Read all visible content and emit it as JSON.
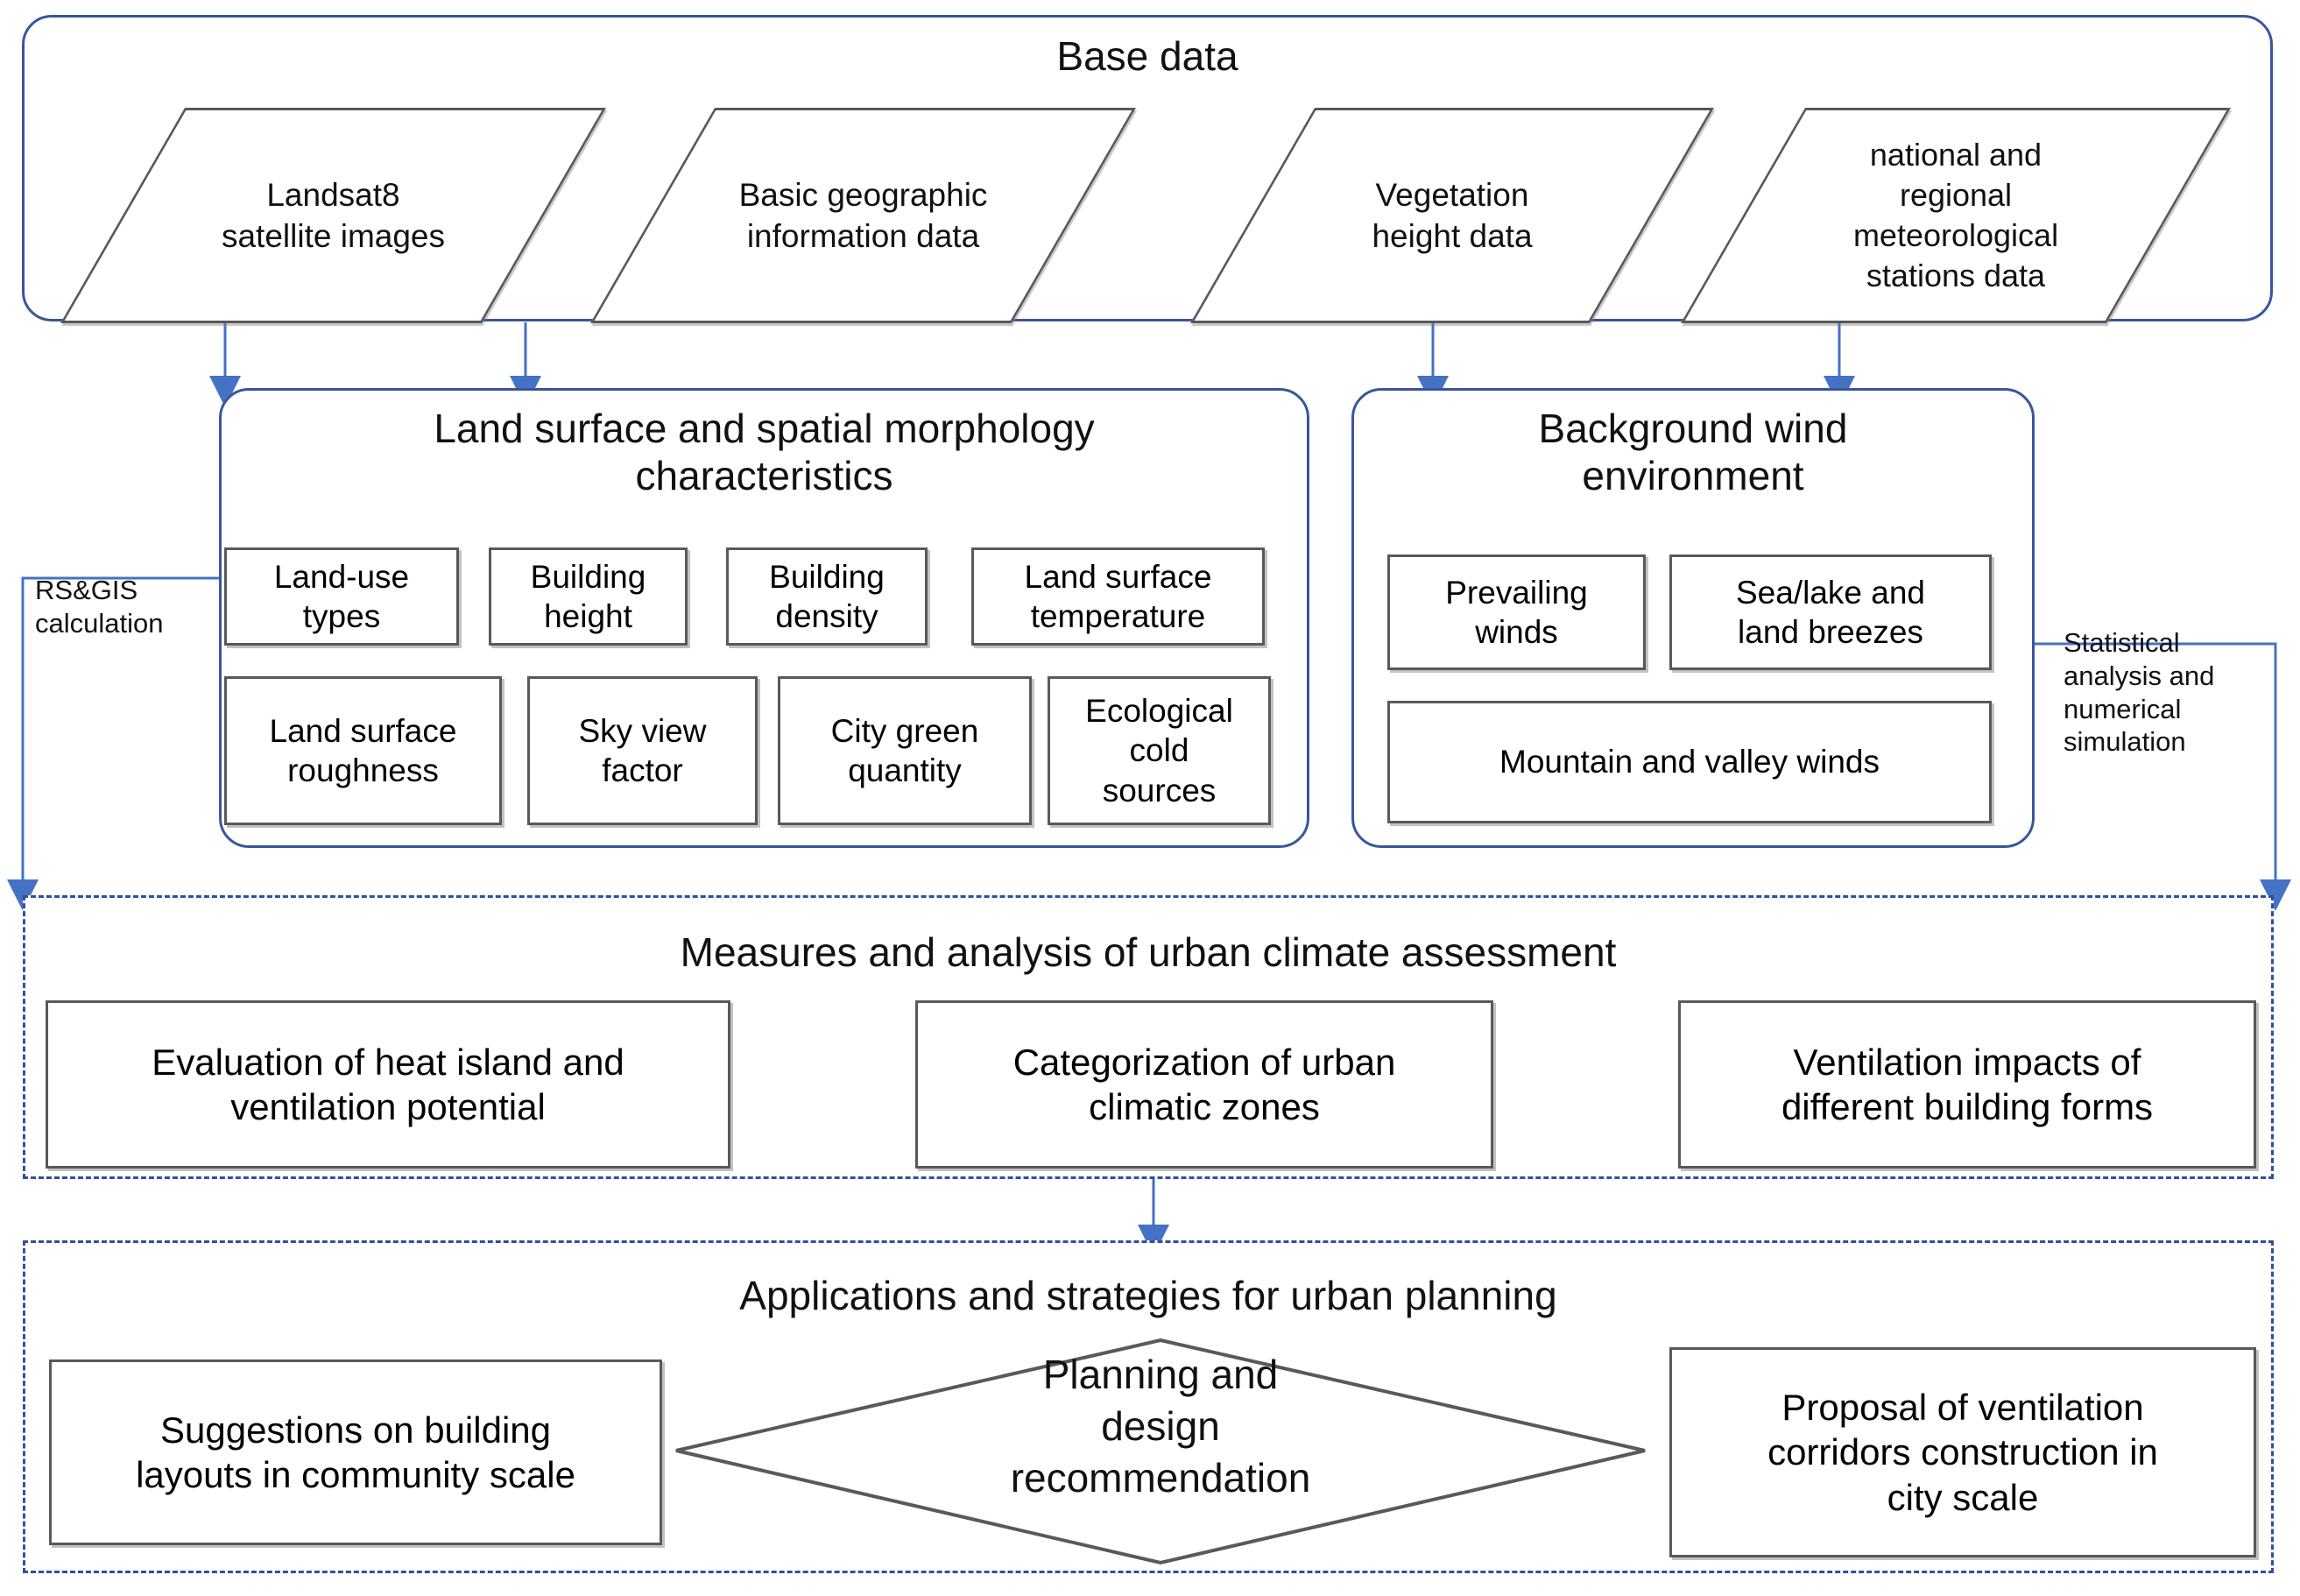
{
  "diagram": {
    "title": "Urban climate assessment and planning framework",
    "colors": {
      "group_border": "#39569c",
      "dashed_border": "#2f4f9e",
      "box_border": "#595959",
      "arrow": "#4472c4",
      "text": "#111111"
    }
  },
  "base_data": {
    "title": "Base data",
    "sources": [
      {
        "label": "Landsat8\nsatellite images"
      },
      {
        "label": "Basic geographic\ninformation data"
      },
      {
        "label": "Vegetation\nheight data"
      },
      {
        "label": "national and\nregional\nmeteorological\nstations data"
      }
    ]
  },
  "land_surface": {
    "title": "Land surface and spatial morphology\ncharacteristics",
    "row1": [
      {
        "label": "Land-use\ntypes"
      },
      {
        "label": "Building\nheight"
      },
      {
        "label": "Building\ndensity"
      },
      {
        "label": "Land surface\ntemperature"
      }
    ],
    "row2": [
      {
        "label": "Land surface\nroughness"
      },
      {
        "label": "Sky view\nfactor"
      },
      {
        "label": "City green\nquantity"
      },
      {
        "label": "Ecological\ncold\nsources"
      }
    ]
  },
  "wind_environment": {
    "title": "Background wind\nenvironment",
    "row1": [
      {
        "label": "Prevailing\nwinds"
      },
      {
        "label": "Sea/lake and\nland breezes"
      }
    ],
    "row2": [
      {
        "label": "Mountain and valley winds"
      }
    ]
  },
  "side_labels": {
    "left": "RS&GIS\ncalculation",
    "right": "Statistical\nanalysis and\nnumerical\nsimulation"
  },
  "measures": {
    "title": "Measures and analysis of urban climate assessment",
    "items": [
      {
        "label": "Evaluation of heat island and\nventilation potential"
      },
      {
        "label": "Categorization of urban\nclimatic zones"
      },
      {
        "label": "Ventilation impacts of\ndifferent building forms"
      }
    ]
  },
  "applications": {
    "title": "Applications and strategies for urban planning",
    "left_box": "Suggestions on building\nlayouts in community scale",
    "diamond": "Planning and\ndesign\nrecommendation",
    "right_box": "Proposal of ventilation\ncorridors construction in\ncity scale"
  }
}
